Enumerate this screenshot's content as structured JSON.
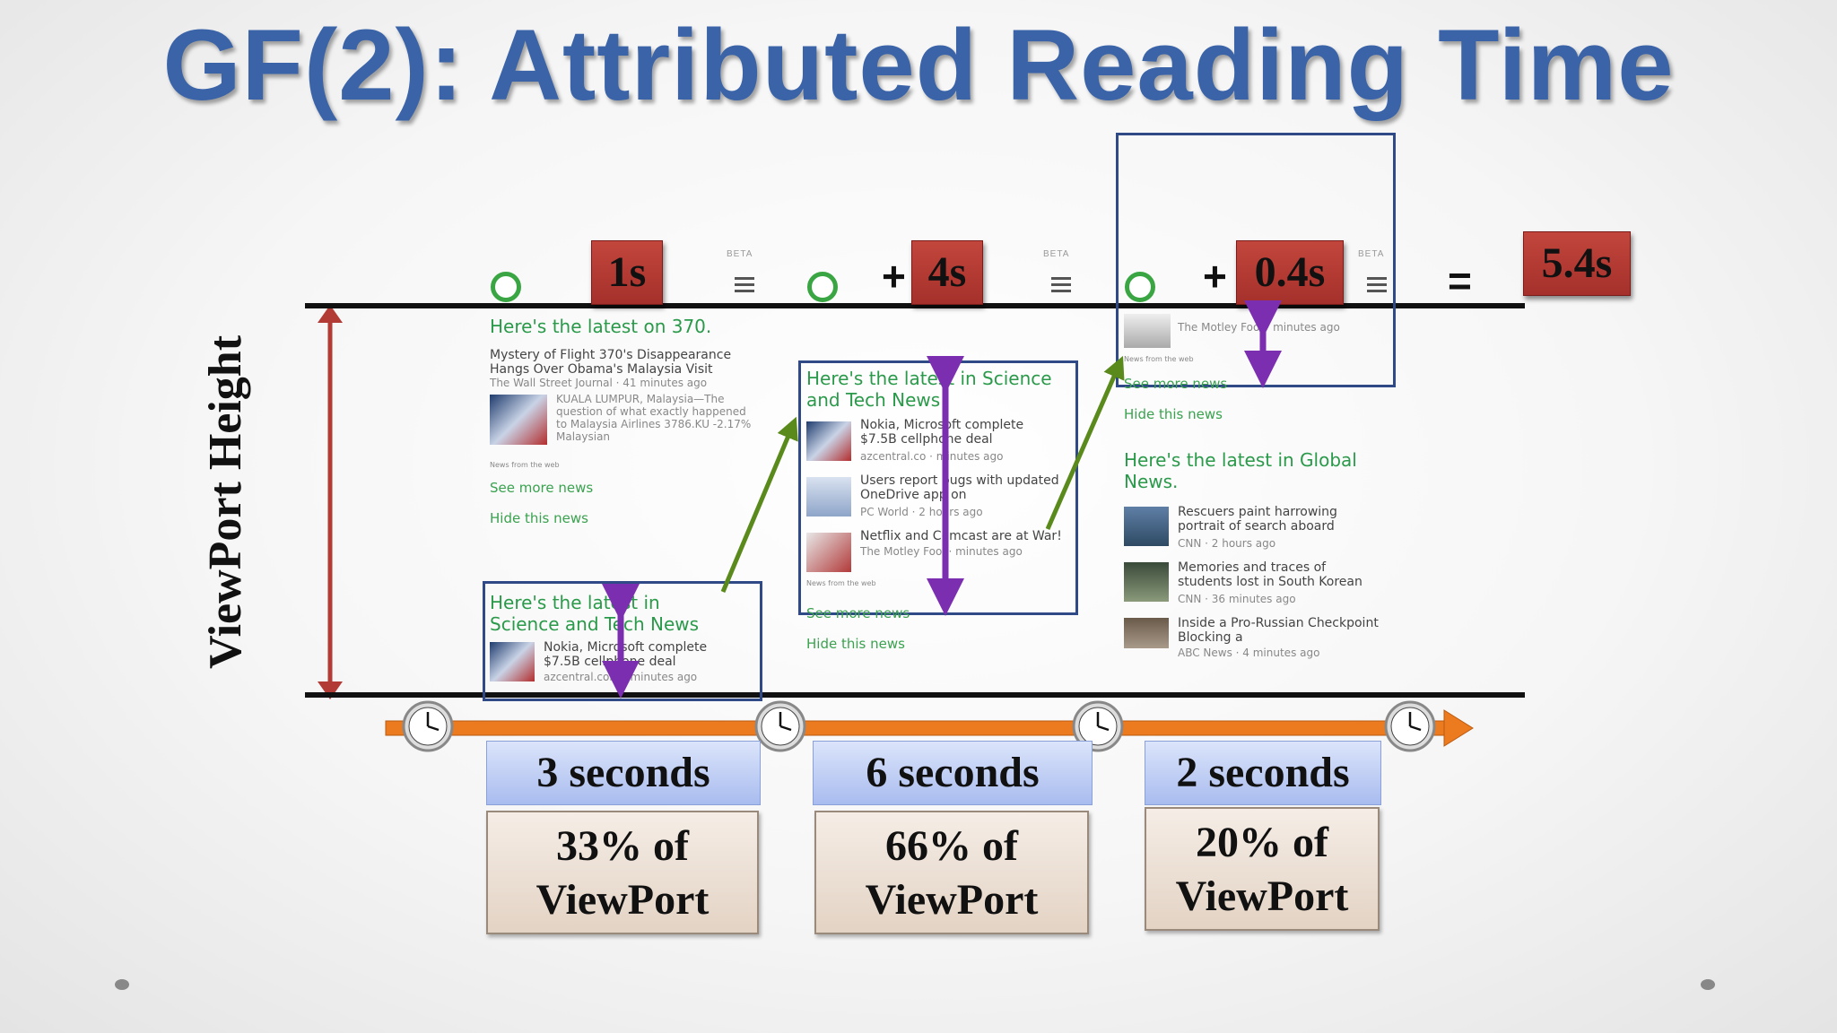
{
  "title": "GF(2): Attributed Reading Time",
  "viewport_label": "ViewPort Height",
  "times": [
    "1s",
    "4s",
    "0.4s"
  ],
  "total": "5.4s",
  "operators": {
    "plus": "+",
    "equals": "="
  },
  "beta": "BETA",
  "segments": [
    {
      "duration": "3 seconds",
      "pct_line1": "33% of",
      "pct_line2": "ViewPort"
    },
    {
      "duration": "6 seconds",
      "pct_line1": "66% of",
      "pct_line2": "ViewPort"
    },
    {
      "duration": "2 seconds",
      "pct_line1": "20% of",
      "pct_line2": "ViewPort"
    }
  ],
  "panel1": {
    "head": "Here's the latest on 370.",
    "story_title": "Mystery of Flight 370's Disappearance Hangs Over Obama's Malaysia Visit",
    "story_meta": "The Wall Street Journal · 41 minutes ago",
    "story_body": "KUALA LUMPUR, Malaysia—The question of what exactly happened to Malaysia Airlines 3786.KU -2.17% Malaysian",
    "news_from_web": "News from the web",
    "see_more": "See more news",
    "hide": "Hide this news",
    "sci_head": "Here's the latest in Science and Tech News",
    "sci_story": "Nokia, Microsoft complete $7.5B cellphone deal",
    "sci_meta": "azcentral.com · minutes ago"
  },
  "panel2": {
    "head": "Here's the latest in Science and Tech News",
    "s1_title": "Nokia, Microsoft complete $7.5B cellphone deal",
    "s1_meta": "azcentral.co · minutes ago",
    "s2_title": "Users report bugs with updated OneDrive app on",
    "s2_meta": "PC World · 2 hours ago",
    "s3_title": "Netflix and Comcast are at War!",
    "s3_meta": "The Motley Fool · minutes ago",
    "news_from_web": "News from the web",
    "see_more": "See more news",
    "hide": "Hide this news"
  },
  "panel3": {
    "top_meta": "The Motley Fool · minutes ago",
    "news_from_web": "News from the web",
    "see_more": "See more news",
    "hide": "Hide this news",
    "head": "Here's the latest in Global News.",
    "s1_title": "Rescuers paint harrowing portrait of search aboard",
    "s1_meta": "CNN · 2 hours ago",
    "s2_title": "Memories and traces of students lost in South Korean",
    "s2_meta": "CNN · 36 minutes ago",
    "s3_title": "Inside a Pro-Russian Checkpoint Blocking a",
    "s3_meta": "ABC News · 4 minutes ago"
  }
}
